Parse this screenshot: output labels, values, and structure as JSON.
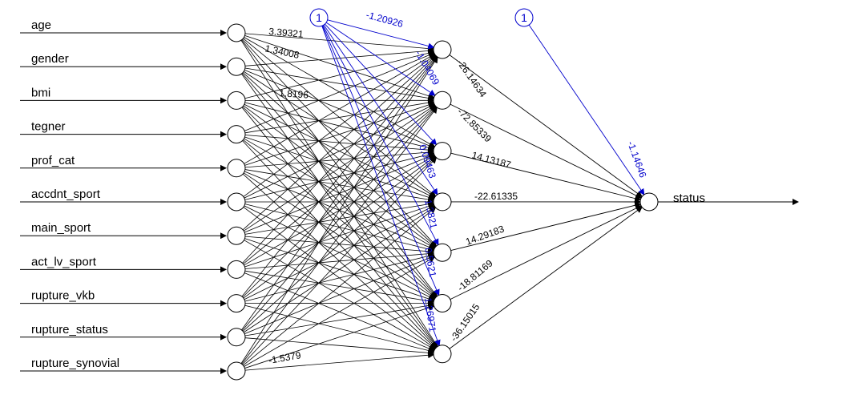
{
  "diagram": {
    "inputs": [
      "age",
      "gender",
      "bmi",
      "tegner",
      "prof_cat",
      "accdnt_sport",
      "main_sport",
      "act_lv_sport",
      "rupture_vkb",
      "rupture_status",
      "rupture_synovial"
    ],
    "output": "status",
    "bias_label": "1",
    "hidden_count": 7,
    "input_to_hidden_weights": [
      "3.39321",
      "1.34008",
      "1.8196",
      "-1.5379"
    ],
    "hidden_bias_weights": [
      "-1.20926",
      "-1.04069",
      "0.09463",
      "1.3821",
      "0.5621",
      "1.26971"
    ],
    "hidden_to_output_weights": [
      "-26.14634",
      "-72.85339",
      "14.13187",
      "-22.61335",
      "14.29183",
      "-18.81169",
      "-36.15015"
    ],
    "output_bias_weight": "-1.14646",
    "colors": {
      "edge": "#000000",
      "bias_edge": "#0000cc"
    }
  }
}
